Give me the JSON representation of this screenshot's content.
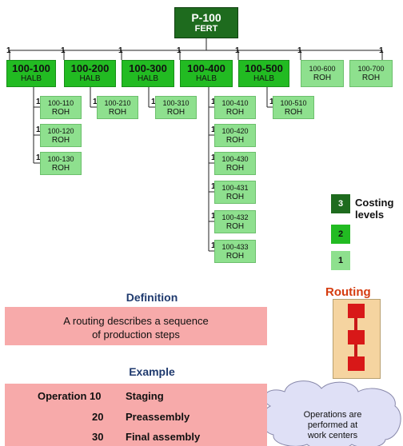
{
  "tree": {
    "root": {
      "code": "P-100",
      "type": "FERT"
    },
    "quantity": "1",
    "level2": [
      {
        "code": "100-100",
        "type": "HALB"
      },
      {
        "code": "100-200",
        "type": "HALB"
      },
      {
        "code": "100-300",
        "type": "HALB"
      },
      {
        "code": "100-400",
        "type": "HALB"
      },
      {
        "code": "100-500",
        "type": "HALB"
      }
    ],
    "level1_top": [
      {
        "code": "100-600",
        "type": "ROH"
      },
      {
        "code": "100-700",
        "type": "ROH"
      }
    ],
    "children": {
      "c100": [
        {
          "code": "100-110",
          "type": "ROH"
        },
        {
          "code": "100-120",
          "type": "ROH"
        },
        {
          "code": "100-130",
          "type": "ROH"
        }
      ],
      "c200": [
        {
          "code": "100-210",
          "type": "ROH"
        }
      ],
      "c300": [
        {
          "code": "100-310",
          "type": "ROH"
        }
      ],
      "c400": [
        {
          "code": "100-410",
          "type": "ROH"
        },
        {
          "code": "100-420",
          "type": "ROH"
        },
        {
          "code": "100-430",
          "type": "ROH"
        },
        {
          "code": "100-431",
          "type": "ROH"
        },
        {
          "code": "100-432",
          "type": "ROH"
        },
        {
          "code": "100-433",
          "type": "ROH"
        }
      ],
      "c500": [
        {
          "code": "100-510",
          "type": "ROH"
        }
      ]
    }
  },
  "legend": {
    "title_line1": "Costing",
    "title_line2": "levels",
    "levels": [
      "3",
      "2",
      "1"
    ],
    "colors": {
      "level3": "#1e6b1e",
      "level2": "#22bb22",
      "level1": "#8ee08e"
    }
  },
  "definition": {
    "heading": "Definition",
    "text_line1": "A routing describes a sequence",
    "text_line2": "of production steps"
  },
  "example": {
    "heading": "Example",
    "rows": [
      {
        "number": "Operation 10",
        "step": "Staging"
      },
      {
        "number": "20",
        "step": "Preassembly"
      },
      {
        "number": "30",
        "step": "Final assembly"
      }
    ]
  },
  "routing": {
    "title": "Routing",
    "cloud_line1": "Operations are",
    "cloud_line2": "performed at",
    "cloud_line3": "work centers"
  }
}
